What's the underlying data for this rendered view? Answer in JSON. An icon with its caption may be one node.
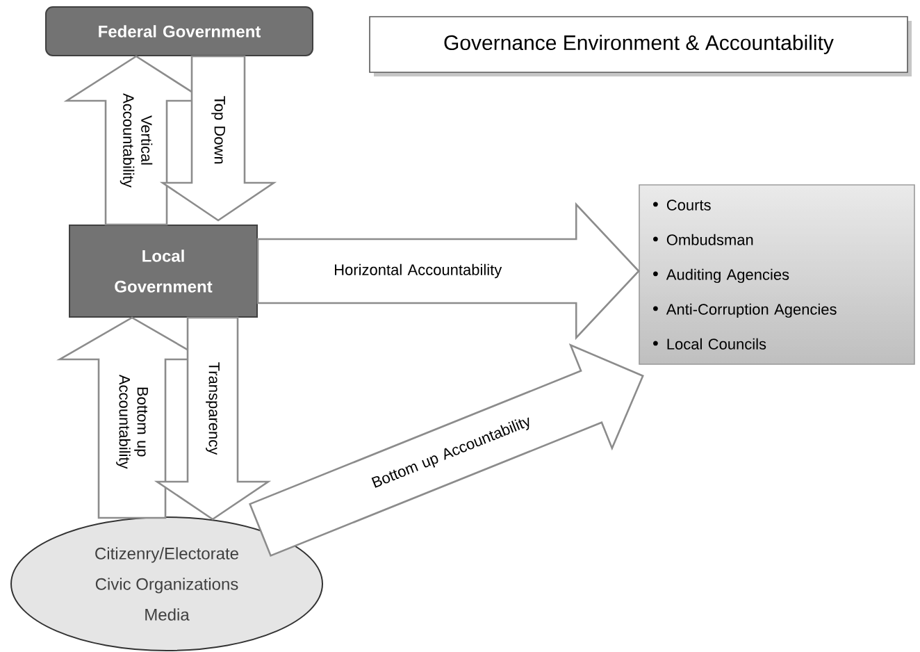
{
  "diagram": {
    "nodes": [
      {
        "text": [
          "Governance Environment & Accountability"
        ]
      },
      {
        "text": [
          "Federal Government"
        ]
      },
      {
        "text": [
          "Local Government"
        ]
      },
      {
        "text": [
          "Courts",
          "Ombudsman",
          "Auditing Agencies",
          "Anti-Corruption Agencies",
          "Local Councils"
        ]
      },
      {
        "text": [
          "Citizenry/Electorate",
          "Civic Organizations",
          "Media"
        ]
      }
    ],
    "edges": [
      {
        "from": 2,
        "to": 1,
        "arrow": "to",
        "label": "Vertical Accountability"
      },
      {
        "from": 1,
        "to": 2,
        "arrow": "to",
        "label": "Top Down"
      },
      {
        "from": 2,
        "to": 3,
        "arrow": "to",
        "label": "Horizontal Accountability"
      },
      {
        "from": 4,
        "to": 2,
        "arrow": "to",
        "label": "Bottom up Accountability"
      },
      {
        "from": 2,
        "to": 4,
        "arrow": "to",
        "label": "Transparency"
      },
      {
        "from": 4,
        "to": 3,
        "arrow": "to",
        "label": "Bottom up Accountability"
      }
    ]
  }
}
